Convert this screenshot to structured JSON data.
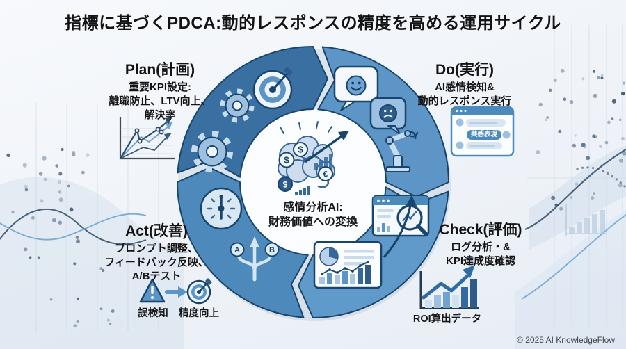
{
  "title": "指標に基づくPDCA:動的レスポンスの精度を高める運用サイクル",
  "cycle": {
    "plan": {
      "heading": "Plan(計画)",
      "lines": [
        "重要KPI設定:",
        "離職防止、LTV向上、",
        "解決率"
      ],
      "color": "#3a6fa1"
    },
    "do": {
      "heading": "Do(実行)",
      "lines": [
        "AI感情検知&",
        "動的レスポンス実行"
      ],
      "color": "#5d96c6"
    },
    "check": {
      "heading": "Check(評価)",
      "lines": [
        "ログ分析・&",
        "KPI達成度確認"
      ],
      "color": "#5f9acb"
    },
    "act": {
      "heading": "Act(改善)",
      "lines": [
        "プロンプト調整、",
        "フィードバック反映、",
        "A/Bテスト"
      ],
      "color": "#4d89bb"
    },
    "center": {
      "lines": [
        "感情分析AI:",
        "財務価値への変換"
      ]
    }
  },
  "labels": {
    "misdetection": "誤検知",
    "accuracy": "精度向上",
    "empathy": "共感表現",
    "roi": "ROI算出データ",
    "ab_a": "A",
    "ab_b": "B"
  },
  "colors": {
    "outline": "#17456e",
    "accent": "#2e6da4"
  },
  "footer": {
    "copyright": "© 2025 AI KnowledgeFlow"
  }
}
